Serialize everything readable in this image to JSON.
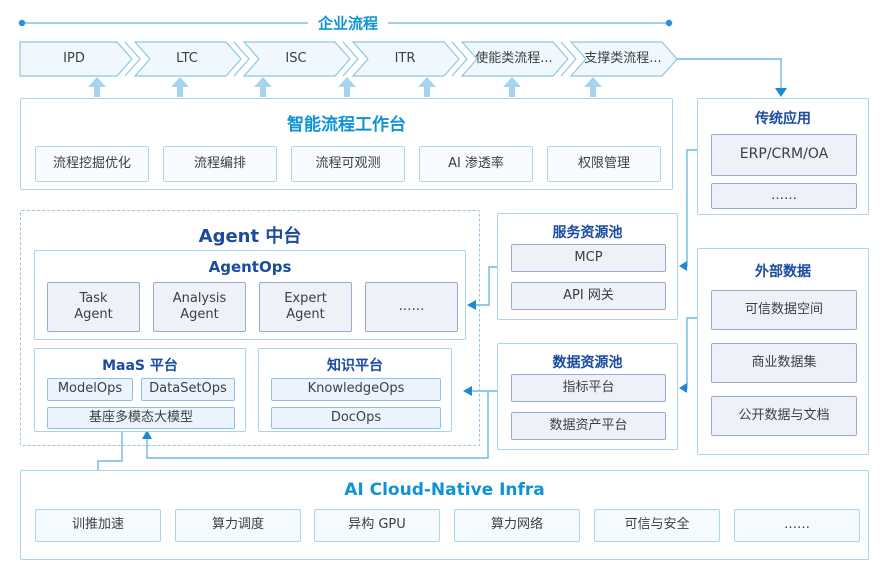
{
  "palette": {
    "bright_blue": "#0e93d6",
    "navy_blue": "#1b4ba0",
    "body_text": "#3a3f45",
    "section_border": "#a9d5ee",
    "connector": "#6fb7e6",
    "arrowhead": "#1e88d2",
    "up_arrow": "#a5d4f1"
  },
  "enterprise_flow": {
    "label": "企业流程",
    "chevrons": [
      "IPD",
      "LTC",
      "ISC",
      "ITR",
      "使能类流程...",
      "支撑类流程..."
    ]
  },
  "workbench": {
    "title": "智能流程工作台",
    "items": [
      "流程挖掘优化",
      "流程编排",
      "流程可观测",
      "AI 渗透率",
      "权限管理"
    ]
  },
  "legacy_apps": {
    "title": "传统应用",
    "items": [
      "ERP/CRM/OA",
      "……"
    ]
  },
  "agent_platform": {
    "title": "Agent 中台",
    "agentops": {
      "title": "AgentOps",
      "items": [
        "Task\nAgent",
        "Analysis\nAgent",
        "Expert\nAgent",
        "……"
      ]
    },
    "maas": {
      "title": "MaaS 平台",
      "ops": [
        "ModelOps",
        "DataSetOps"
      ],
      "base_model": "基座多模态大模型"
    },
    "knowledge": {
      "title": "知识平台",
      "items": [
        "KnowledgeOps",
        "DocOps"
      ]
    }
  },
  "service_pool": {
    "title": "服务资源池",
    "items": [
      "MCP",
      "API 网关"
    ]
  },
  "data_pool": {
    "title": "数据资源池",
    "items": [
      "指标平台",
      "数据资产平台"
    ]
  },
  "external_data": {
    "title": "外部数据",
    "items": [
      "可信数据空间",
      "商业数据集",
      "公开数据与文档"
    ]
  },
  "infra": {
    "title": "AI Cloud-Native Infra",
    "items": [
      "训推加速",
      "算力调度",
      "异构 GPU",
      "算力网络",
      "可信与安全",
      "……"
    ]
  }
}
